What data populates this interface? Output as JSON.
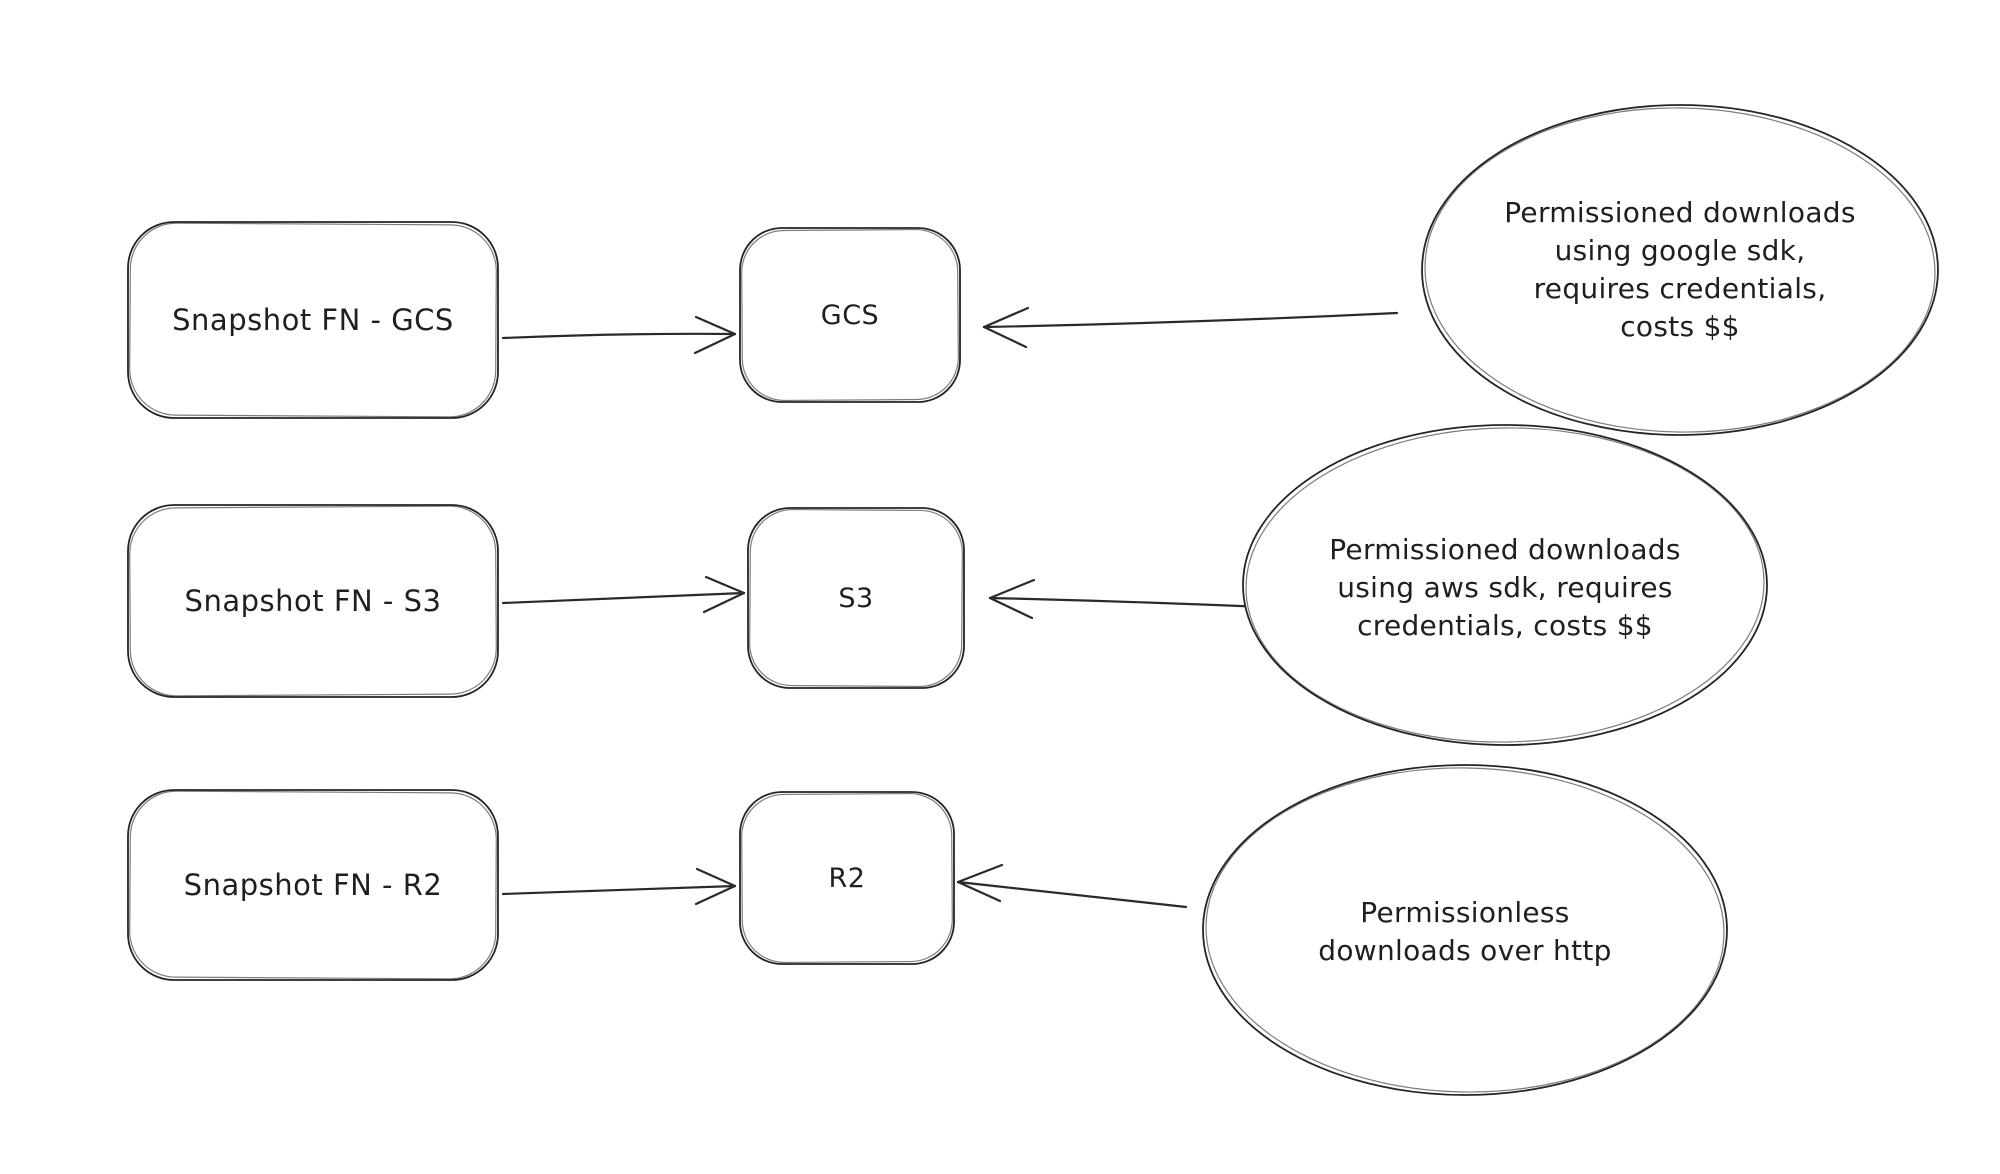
{
  "diagram": {
    "background_color": "#ffffff",
    "stroke_color": "#242424",
    "text_color": "#1f1f1f",
    "style": "hand-drawn flowchart",
    "rows": [
      {
        "source_label": "Snapshot FN - GCS",
        "target_label": "GCS",
        "note_lines": [
          "Permissioned downloads",
          "using google sdk,",
          "requires credentials,",
          "costs $$"
        ]
      },
      {
        "source_label": "Snapshot FN - S3",
        "target_label": "S3",
        "note_lines": [
          "Permissioned downloads",
          "using aws sdk, requires",
          "credentials, costs $$"
        ]
      },
      {
        "source_label": "Snapshot FN - R2",
        "target_label": "R2",
        "note_lines": [
          "Permissionless",
          "downloads over http"
        ]
      }
    ]
  }
}
